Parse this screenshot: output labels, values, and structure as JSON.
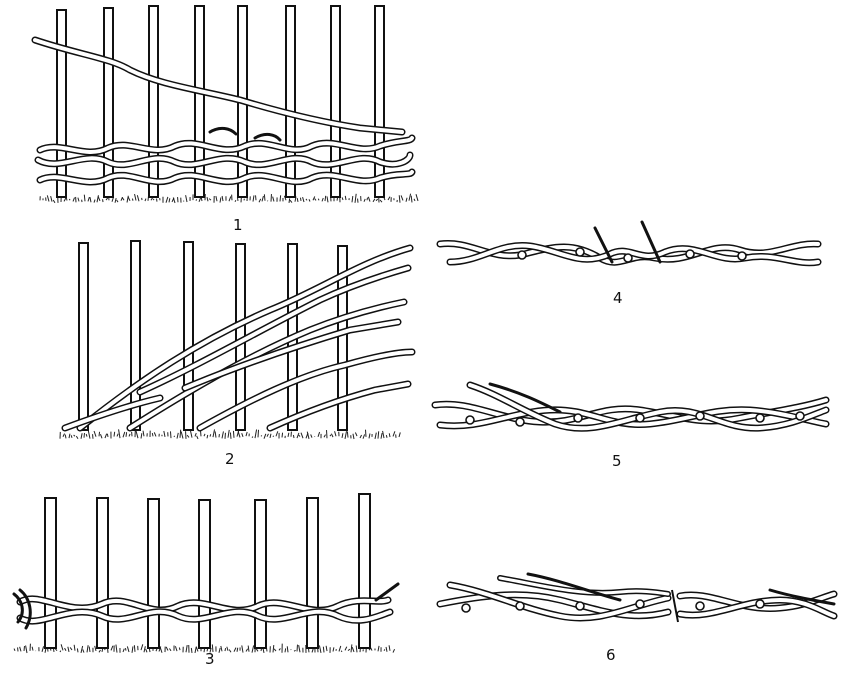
{
  "figures": [
    {
      "id": "fig-1",
      "label": "1"
    },
    {
      "id": "fig-2",
      "label": "2"
    },
    {
      "id": "fig-3",
      "label": "3"
    },
    {
      "id": "fig-4",
      "label": "4"
    },
    {
      "id": "fig-5",
      "label": "5"
    },
    {
      "id": "fig-6",
      "label": "6"
    }
  ],
  "colors": {
    "ink": "#111111",
    "paper": "#ffffff"
  }
}
